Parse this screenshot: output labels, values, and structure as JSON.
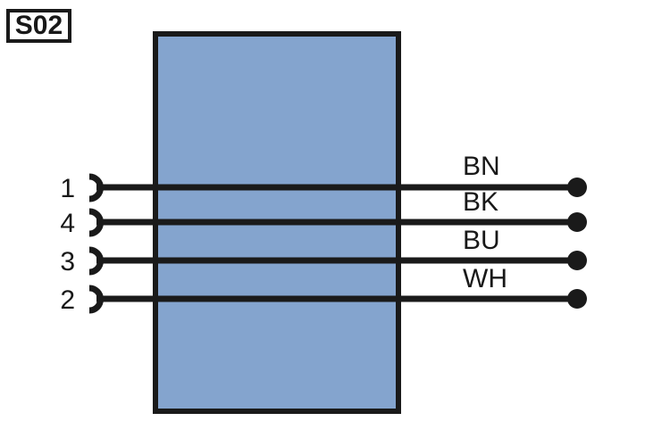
{
  "diagram": {
    "tag": {
      "label": "S02"
    },
    "device_body": {
      "fill_color": "#84A4CE",
      "stroke_color": "#1A1A1A"
    },
    "wire_stroke_color": "#1A1A1A",
    "connections": [
      {
        "pin": "1",
        "wire_label": "BN",
        "connector_symbol": "arc-connector-icon",
        "terminal_symbol": "terminal-dot-icon"
      },
      {
        "pin": "4",
        "wire_label": "BK",
        "connector_symbol": "arc-connector-icon",
        "terminal_symbol": "terminal-dot-icon"
      },
      {
        "pin": "3",
        "wire_label": "BU",
        "connector_symbol": "arc-connector-icon",
        "terminal_symbol": "terminal-dot-icon"
      },
      {
        "pin": "2",
        "wire_label": "WH",
        "connector_symbol": "arc-connector-icon",
        "terminal_symbol": "terminal-dot-icon"
      }
    ]
  }
}
